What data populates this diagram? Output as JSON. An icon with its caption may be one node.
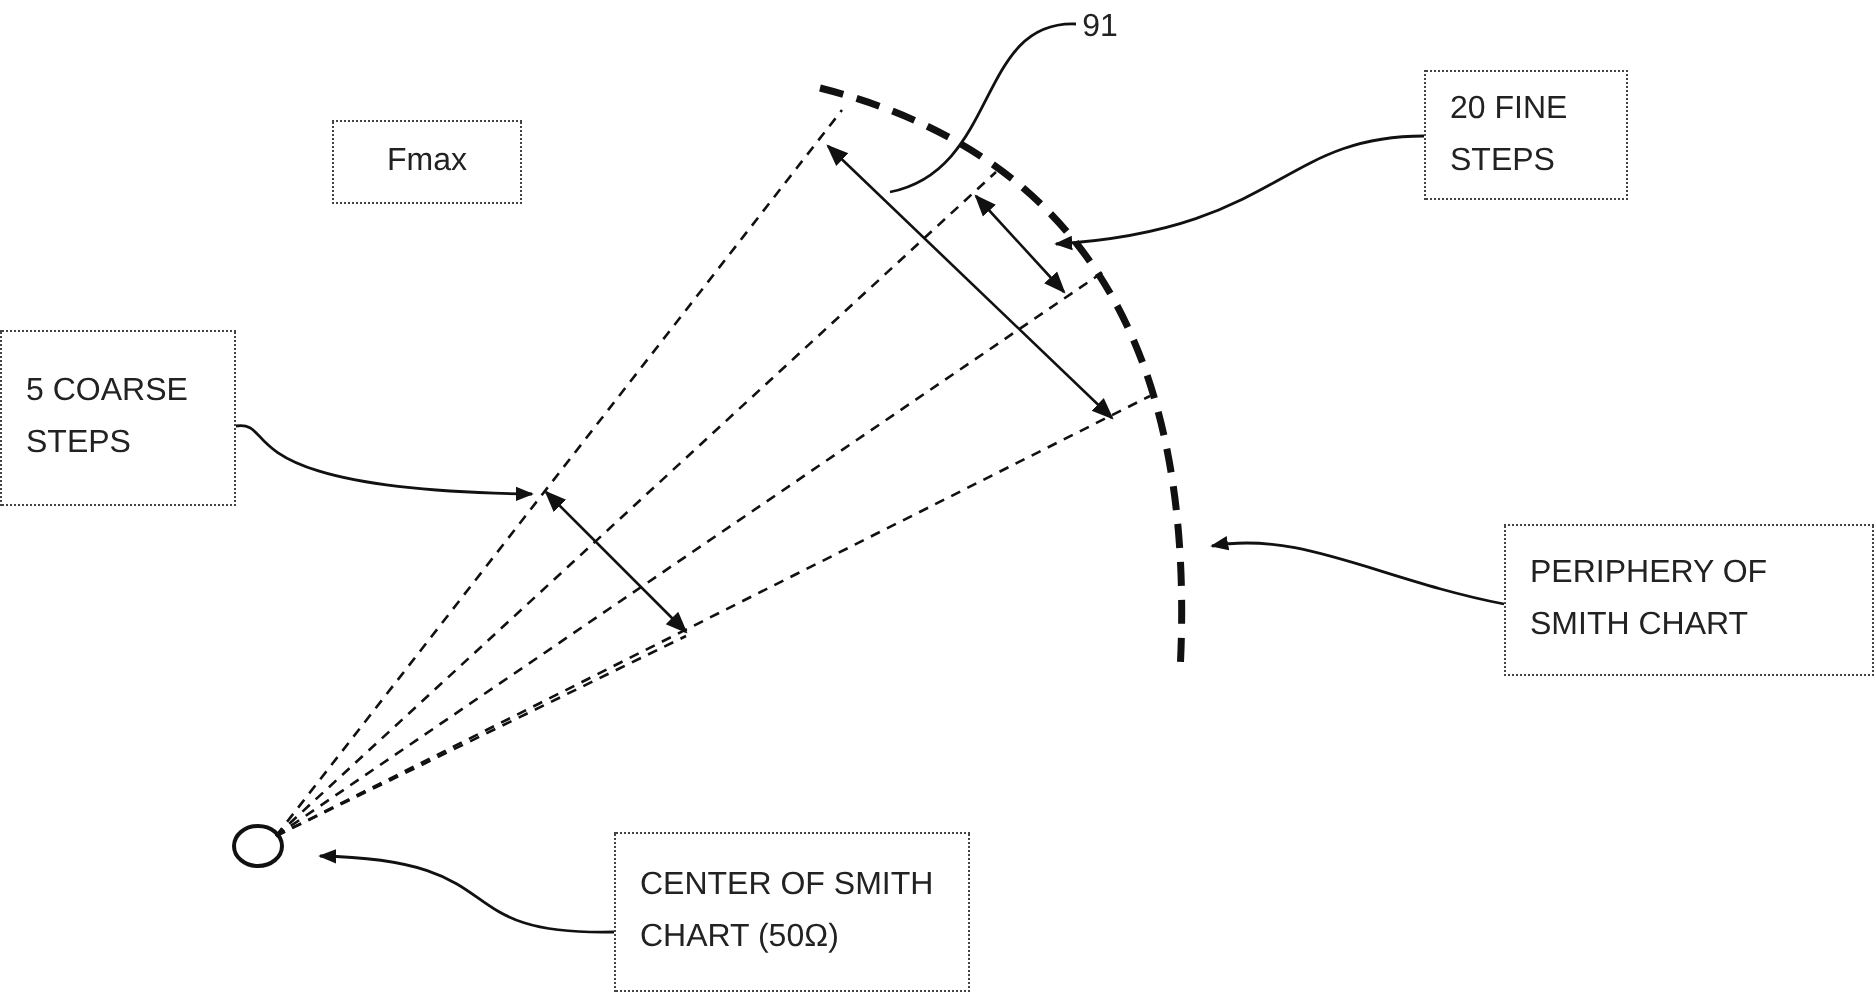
{
  "diagram": {
    "nodes": [
      {
        "text": [
          "Fmax"
        ]
      },
      {
        "text": [
          "91"
        ]
      },
      {
        "text": [
          "20 FINE STEPS"
        ]
      },
      {
        "text": [
          "5 COARSE STEPS"
        ]
      },
      {
        "text": [
          "PERIPHERY OF SMITH CHART"
        ]
      },
      {
        "text": [
          "CENTER OF SMITH CHART (50Ω)"
        ]
      },
      {
        "text": [],
        "shape": "circle"
      },
      {
        "text": [],
        "shape": "arc"
      }
    ],
    "edges": [
      {
        "from": 1,
        "to": 7,
        "arrow": "none"
      },
      {
        "from": 2,
        "to": 7,
        "arrow": "to"
      },
      {
        "from": 3,
        "to": null,
        "arrow": "to"
      },
      {
        "from": 4,
        "to": 7,
        "arrow": "to"
      },
      {
        "from": 5,
        "to": 6,
        "arrow": "to"
      }
    ]
  }
}
